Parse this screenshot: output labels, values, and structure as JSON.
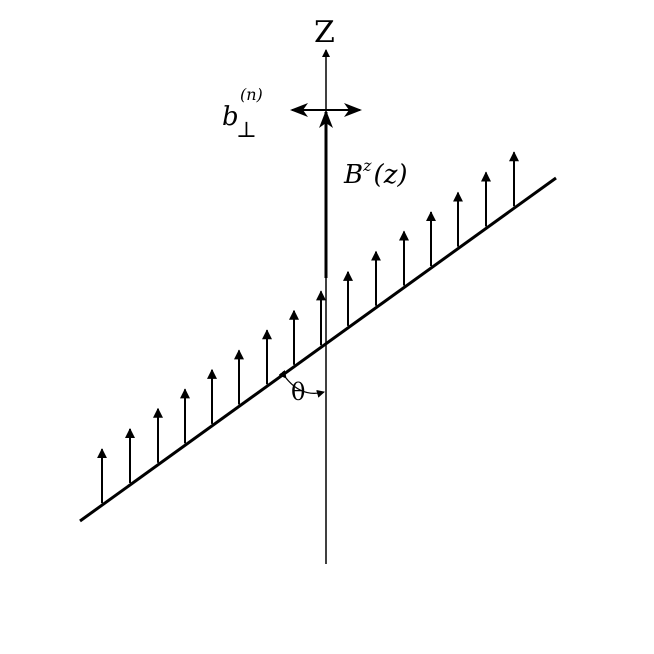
{
  "axis": {
    "label": "Z"
  },
  "angle": {
    "label": "θ"
  },
  "field_uniform": {
    "symbol": "B",
    "superscript": "z",
    "argument": "(z)"
  },
  "field_transverse": {
    "symbol": "b",
    "subscript": "⊥",
    "superscript": "(n)"
  },
  "colors": {
    "stroke": "#000000",
    "background": "#ffffff"
  }
}
